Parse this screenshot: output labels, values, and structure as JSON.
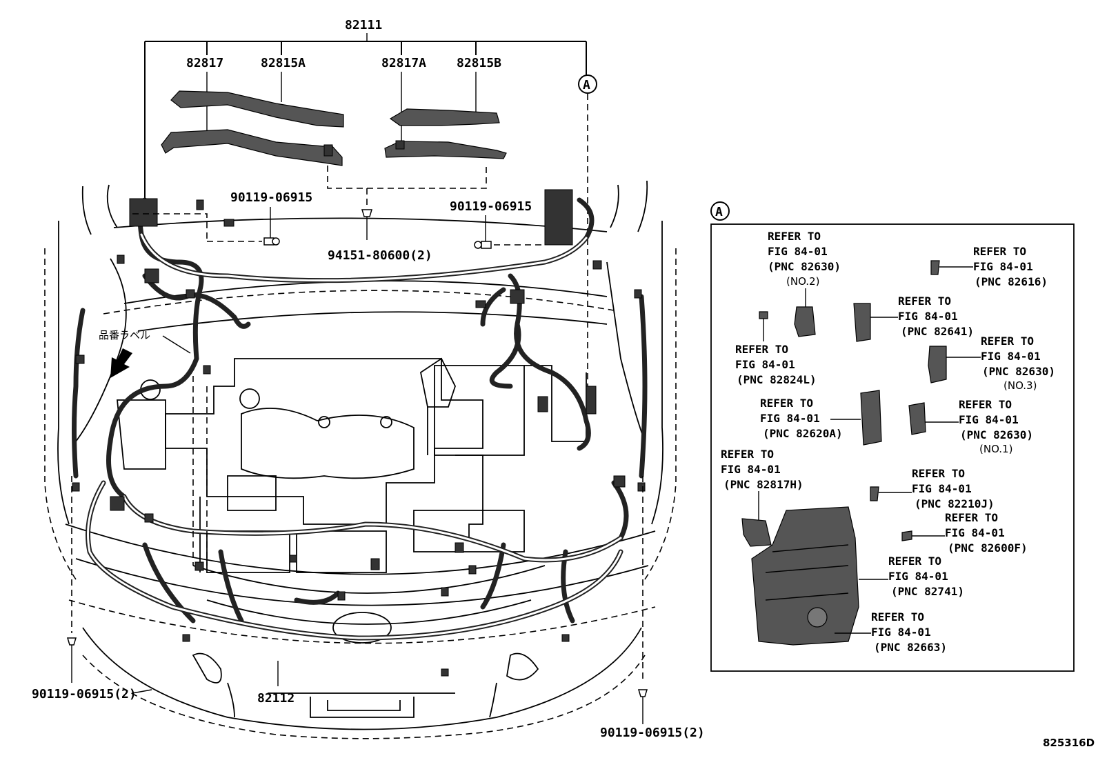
{
  "parts": {
    "top": "82111",
    "p1": "82817",
    "p2": "82815A",
    "p3": "82817A",
    "p4": "82815B",
    "clip_left": "90119-06915",
    "clip_right": "90119-06915",
    "clip_center": "94151-80600(2)",
    "clip_bottom_left": "90119-06915(2)",
    "clip_bottom_right": "90119-06915(2)",
    "bottom": "82112",
    "label_jp": "品番ラベル",
    "circle_a": "A",
    "diagram_id": "825316D"
  },
  "detail": {
    "marker": "A",
    "refs": [
      {
        "l1": "REFER TO",
        "l2": "FIG 84-01",
        "l3": "(PNC 82630)",
        "l4": "(NO.2)"
      },
      {
        "l1": "REFER TO",
        "l2": "FIG 84-01",
        "l3": "(PNC 82616)"
      },
      {
        "l1": "REFER TO",
        "l2": "FIG 84-01",
        "l3": "(PNC 82641)"
      },
      {
        "l1": "REFER TO",
        "l2": "FIG 84-01",
        "l3": "(PNC 82824L)"
      },
      {
        "l1": "REFER TO",
        "l2": "FIG 84-01",
        "l3": "(PNC 82630)",
        "l4": "(NO.3)"
      },
      {
        "l1": "REFER TO",
        "l2": "FIG 84-01",
        "l3": "(PNC 82620A)"
      },
      {
        "l1": "REFER TO",
        "l2": "FIG 84-01",
        "l3": "(PNC 82630)",
        "l4": "(NO.1)"
      },
      {
        "l1": "REFER TO",
        "l2": "FIG 84-01",
        "l3": "(PNC 82817H)"
      },
      {
        "l1": "REFER TO",
        "l2": "FIG 84-01",
        "l3": "(PNC 82210J)"
      },
      {
        "l1": "REFER TO",
        "l2": "FIG 84-01",
        "l3": "(PNC 82600F)"
      },
      {
        "l1": "REFER TO",
        "l2": "FIG 84-01",
        "l3": "(PNC 82741)"
      },
      {
        "l1": "REFER TO",
        "l2": "FIG 84-01",
        "l3": "(PNC 82663)"
      }
    ]
  }
}
